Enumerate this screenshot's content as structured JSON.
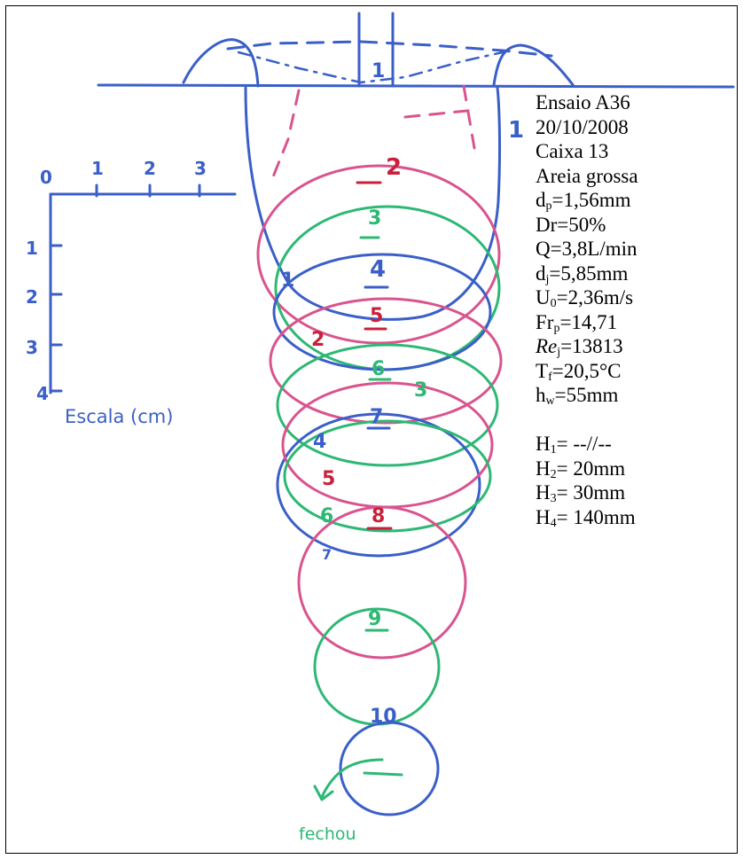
{
  "colors": {
    "blue": "#3a5fc8",
    "pink": "#d9548f",
    "green": "#2db874",
    "red": "#c8203a"
  },
  "info": {
    "title": "Ensaio A36",
    "date": "20/10/2008",
    "box": "Caixa 13",
    "material": "Areia grossa",
    "dp": {
      "sym": "d",
      "sub": "p",
      "val": "=1,56mm"
    },
    "dr": "Dr=50%",
    "q": "Q=3,8L/min",
    "dj": {
      "sym": "d",
      "sub": "j",
      "val": "=5,85mm"
    },
    "u0": {
      "sym": "U",
      "sub": "0",
      "val": "=2,36m/s"
    },
    "frp": {
      "sym": "Fr",
      "sub": "p",
      "val": "=14,71"
    },
    "rej": {
      "sym": "Re",
      "sub": "j",
      "val": "=13813"
    },
    "tf": {
      "sym": "T",
      "sub": "f",
      "val": "=20,5°C"
    },
    "hw": {
      "sym": "h",
      "sub": "w",
      "val": "=55mm"
    },
    "h1": {
      "sym": "H",
      "sub": "1",
      "val": "= --//--"
    },
    "h2": {
      "sym": "H",
      "sub": "2",
      "val": "= 20mm"
    },
    "h3": {
      "sym": "H",
      "sub": "3",
      "val": "= 30mm"
    },
    "h4": {
      "sym": "H",
      "sub": "4",
      "val": "= 140mm"
    }
  },
  "scale": {
    "label": "Escala (cm)",
    "x_ticks": [
      "0",
      "1",
      "2",
      "3"
    ],
    "y_ticks": [
      "1",
      "2",
      "3",
      "4"
    ]
  },
  "labels": {
    "n1_top": "1",
    "n1_right": "1",
    "n1_left": "1",
    "n2": "2",
    "n2_left": "2",
    "n3": "3",
    "n3_right": "3",
    "n4": "4",
    "n4_left": "4",
    "n5": "5",
    "n5_left": "5",
    "n6": "6",
    "n6_left": "6",
    "n7": "7",
    "n7_left": "7",
    "n8": "8",
    "n9": "9",
    "n10": "10",
    "closed": "fechou"
  }
}
